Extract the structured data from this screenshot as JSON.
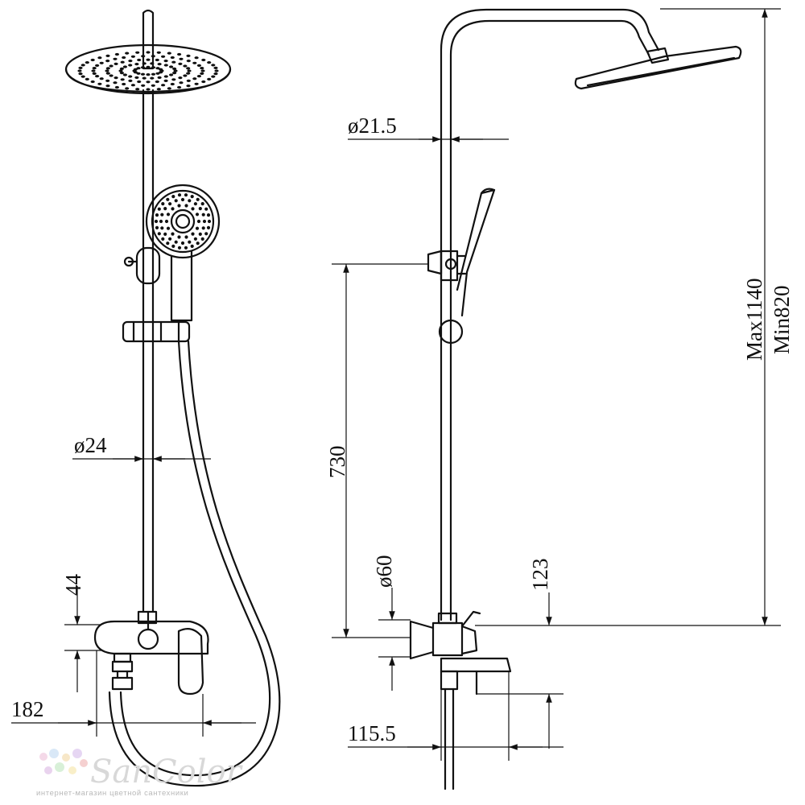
{
  "dimensions": {
    "d24": "ø24",
    "d44": "44",
    "d182": "182",
    "d21_5": "ø21.5",
    "d730": "730",
    "d60": "ø60",
    "d123": "123",
    "d115_5": "115.5",
    "max": "Max1140",
    "min": "Min820"
  },
  "watermark": {
    "brand": "SanColor",
    "tagline": "интернет-магазин цветной сантехники"
  },
  "colors": {
    "line": "#111111",
    "watermark": "#d8d8d8"
  }
}
